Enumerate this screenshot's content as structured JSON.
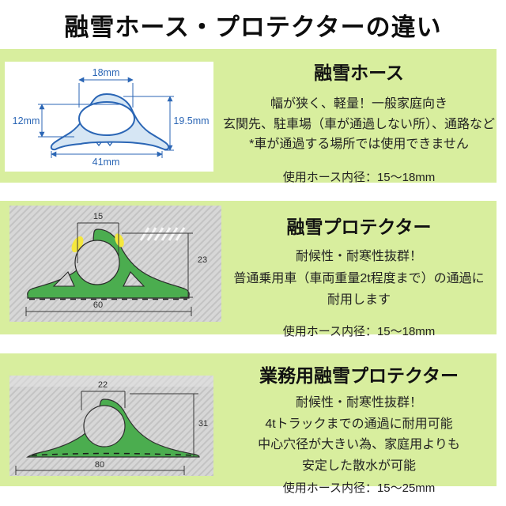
{
  "header": {
    "title": "融雪ホース・プロテクターの違い"
  },
  "colors": {
    "panel_bg": "#d8ee9e",
    "diagram_blue": "#2b66b5",
    "diagram_fill": "#d6e6f4",
    "protector_green": "#4bad4f",
    "highlight_yellow": "#f5e83e",
    "photo_gray": "#d7d7d7"
  },
  "sections": [
    {
      "title": "融雪ホース",
      "lines": [
        "幅が狭く、軽量！一般家庭向き",
        "玄関先、駐車場（車が通過しない所）、通路など",
        "*車が通過する場所では使用できません"
      ],
      "spec": "使用ホース内径：15〜18mm",
      "diagram": {
        "kind": "hose-cross-section-line-drawing",
        "top_width": "18mm",
        "inner_height": "12mm",
        "total_height": "19.5mm",
        "base_width": "41mm"
      }
    },
    {
      "title": "融雪プロテクター",
      "lines": [
        "耐候性・耐寒性抜群！",
        "普通乗用車（車両重量2t程度まで）の通過に",
        "耐用します"
      ],
      "spec": "使用ホース内径：15〜18mm",
      "diagram": {
        "kind": "protector-cross-section-photo",
        "top_width": "15",
        "height": "23",
        "base_width": "60"
      }
    },
    {
      "title": "業務用融雪プロテクター",
      "lines": [
        "耐候性・耐寒性抜群！",
        "4tトラックまでの通過に耐用可能",
        "中心穴径が大きい為、家庭用よりも",
        "安定した散水が可能"
      ],
      "spec": "使用ホース内径：15〜25mm",
      "diagram": {
        "kind": "heavy-duty-protector-cross-section-photo",
        "top_width": "22",
        "height": "31",
        "base_width": "80"
      }
    }
  ]
}
